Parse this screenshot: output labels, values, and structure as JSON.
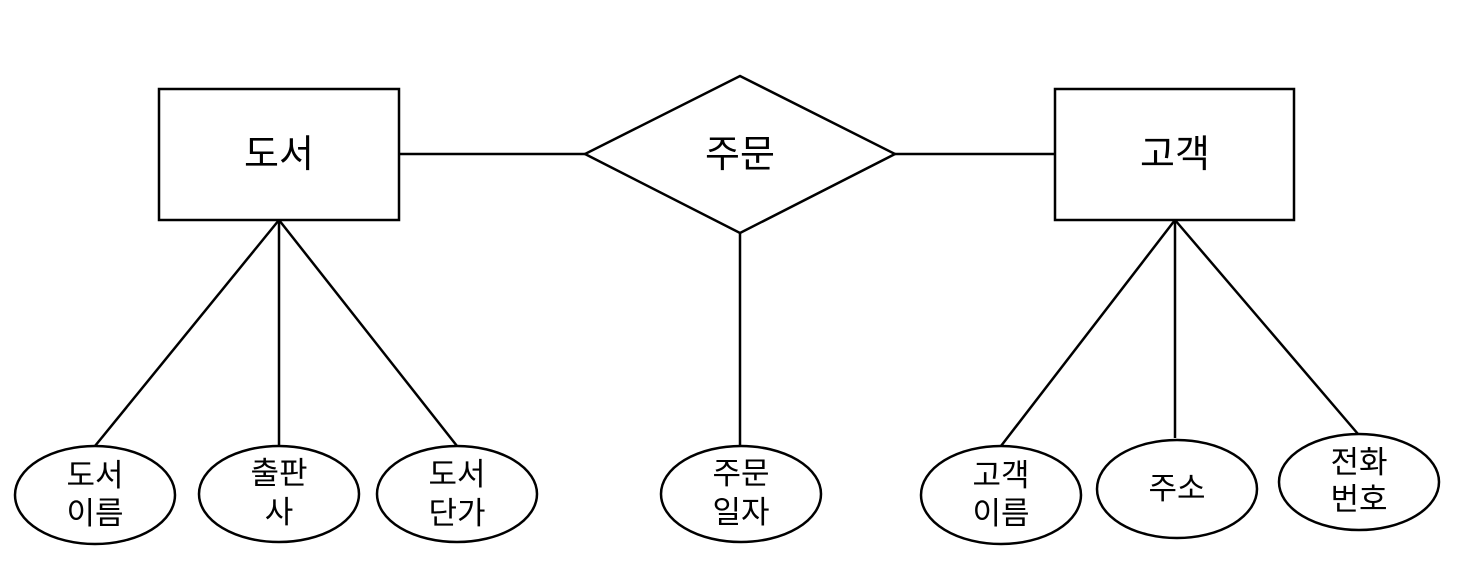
{
  "entities": {
    "book": "도서",
    "customer": "고객"
  },
  "relationship": {
    "order": "주문"
  },
  "attributes": {
    "book_name": [
      "도서",
      "이름"
    ],
    "publisher": [
      "출판",
      "사"
    ],
    "book_price": [
      "도서",
      "단가"
    ],
    "order_date": [
      "주문",
      "일자"
    ],
    "customer_name": [
      "고객",
      "이름"
    ],
    "address": [
      "주소"
    ],
    "phone": [
      "전화",
      "번호"
    ]
  }
}
